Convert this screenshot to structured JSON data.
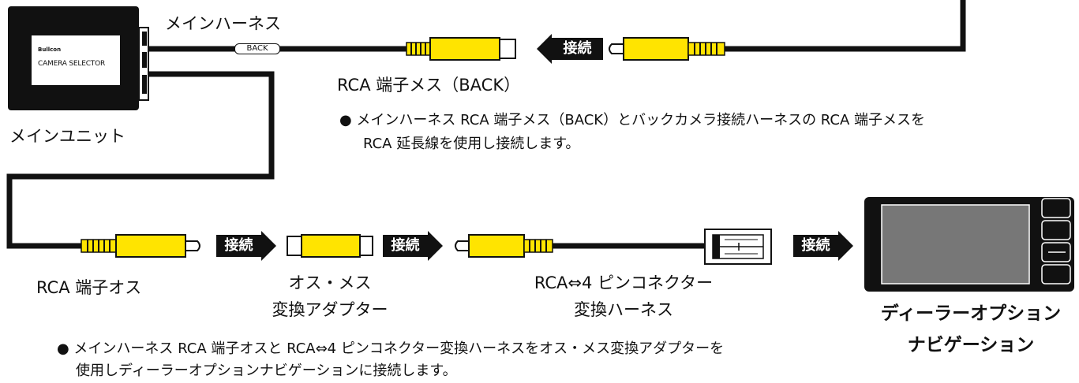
{
  "labels": {
    "main_harness": "メインハーネス",
    "main_unit": "メインユニット",
    "back_tag": "BACK",
    "brand": "Bullcon",
    "model": "CAMERA SELECTOR",
    "rca_female_back": "RCA 端子メス（BACK）",
    "rca_male": "RCA 端子オス",
    "adapter_line1": "オス・メス",
    "adapter_line2": "変換アダプター",
    "pin_harness_line1": "RCA⇔4 ピンコネクター",
    "pin_harness_line2": "変換ハーネス",
    "navi_line1": "ディーラーオプション",
    "navi_line2": "ナビゲーション"
  },
  "arrows": {
    "top": "接続",
    "a1": "接続",
    "a2": "接続",
    "a3": "接続"
  },
  "notes": {
    "top_line1": "● メインハーネス RCA 端子メス（BACK）とバックカメラ接続ハーネスの RCA 端子メスを",
    "top_line2": "RCA 延長線を使用し接続します。",
    "bottom_line1": "● メインハーネス RCA 端子オスと RCA⇔4 ピンコネクター変換ハーネスをオス・メス変換アダプターを",
    "bottom_line2": "使用しディーラーオプションナビゲーションに接続します。"
  },
  "colors": {
    "connector_yellow": "#ffe400",
    "wire": "#111111"
  }
}
